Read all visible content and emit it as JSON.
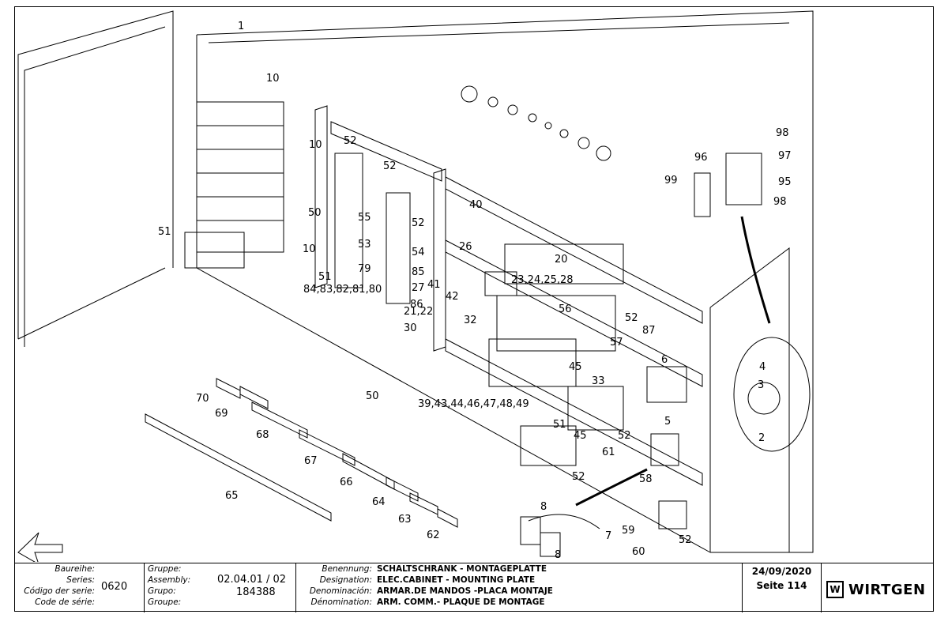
{
  "callouts": [
    {
      "id": "c1",
      "text": "1"
    },
    {
      "id": "c10a",
      "text": "10"
    },
    {
      "id": "c10b",
      "text": "10"
    },
    {
      "id": "c10c",
      "text": "10"
    },
    {
      "id": "c52a",
      "text": "52"
    },
    {
      "id": "c52b",
      "text": "52"
    },
    {
      "id": "c52c",
      "text": "52"
    },
    {
      "id": "c50a",
      "text": "50"
    },
    {
      "id": "c55",
      "text": "55"
    },
    {
      "id": "c53",
      "text": "53"
    },
    {
      "id": "c54",
      "text": "54"
    },
    {
      "id": "c79",
      "text": "79"
    },
    {
      "id": "c85",
      "text": "85"
    },
    {
      "id": "c27",
      "text": "27"
    },
    {
      "id": "c86",
      "text": "86"
    },
    {
      "id": "c2122",
      "text": "21,22"
    },
    {
      "id": "c30",
      "text": "30"
    },
    {
      "id": "c51a",
      "text": "51"
    },
    {
      "id": "c51b",
      "text": "51"
    },
    {
      "id": "c8480",
      "text": "84,83,82,81,80"
    },
    {
      "id": "c40",
      "text": "40"
    },
    {
      "id": "c26",
      "text": "26"
    },
    {
      "id": "c20",
      "text": "20"
    },
    {
      "id": "c41",
      "text": "41"
    },
    {
      "id": "c42",
      "text": "42"
    },
    {
      "id": "c32",
      "text": "32"
    },
    {
      "id": "c2328",
      "text": "23,24,25,28"
    },
    {
      "id": "c56",
      "text": "56"
    },
    {
      "id": "c52d",
      "text": "52"
    },
    {
      "id": "c57",
      "text": "57"
    },
    {
      "id": "c87",
      "text": "87"
    },
    {
      "id": "c33",
      "text": "33"
    },
    {
      "id": "c45a",
      "text": "45"
    },
    {
      "id": "c6",
      "text": "6"
    },
    {
      "id": "c3949",
      "text": "39,43,44,46,47,48,49"
    },
    {
      "id": "c50b",
      "text": "50"
    },
    {
      "id": "c51c",
      "text": "51"
    },
    {
      "id": "c45b",
      "text": "45"
    },
    {
      "id": "c52e",
      "text": "52"
    },
    {
      "id": "c61",
      "text": "61"
    },
    {
      "id": "c5",
      "text": "5"
    },
    {
      "id": "c52f",
      "text": "52"
    },
    {
      "id": "c58",
      "text": "58"
    },
    {
      "id": "c59",
      "text": "59"
    },
    {
      "id": "c60",
      "text": "60"
    },
    {
      "id": "c52g",
      "text": "52"
    },
    {
      "id": "c8a",
      "text": "8"
    },
    {
      "id": "c8b",
      "text": "8"
    },
    {
      "id": "c7",
      "text": "7"
    },
    {
      "id": "c70",
      "text": "70"
    },
    {
      "id": "c69",
      "text": "69"
    },
    {
      "id": "c68",
      "text": "68"
    },
    {
      "id": "c67",
      "text": "67"
    },
    {
      "id": "c66",
      "text": "66"
    },
    {
      "id": "c65",
      "text": "65"
    },
    {
      "id": "c64",
      "text": "64"
    },
    {
      "id": "c63",
      "text": "63"
    },
    {
      "id": "c62",
      "text": "62"
    },
    {
      "id": "c98a",
      "text": "98"
    },
    {
      "id": "c96",
      "text": "96"
    },
    {
      "id": "c97",
      "text": "97"
    },
    {
      "id": "c99",
      "text": "99"
    },
    {
      "id": "c95",
      "text": "95"
    },
    {
      "id": "c98b",
      "text": "98"
    },
    {
      "id": "c4",
      "text": "4"
    },
    {
      "id": "c3",
      "text": "3"
    },
    {
      "id": "c2",
      "text": "2"
    }
  ],
  "titleblock": {
    "baureihe": "Baureihe:",
    "series": "Series:",
    "codigo_serie": "Código der serie:",
    "code_serie": "Code de série:",
    "series_value": "0620",
    "gruppe": "Gruppe:",
    "assembly": "Assembly:",
    "grupo": "Grupo:",
    "groupe": "Groupe:",
    "assembly_value": "02.04.01 / 02",
    "grupo_value": "184388",
    "benennung": "Benennung:",
    "designation": "Designation:",
    "denominacion": "Denominación:",
    "denomination": "Dénomination:",
    "benennung_value": "SCHALTSCHRANK - MONTAGEPLATTE",
    "designation_value": "ELEC.CABINET - MOUNTING PLATE",
    "denominacion_value": "ARMAR.DE MANDOS -PLACA MONTAJE",
    "denomination_value": "ARM. COMM.- PLAQUE DE MONTAGE",
    "date": "24/09/2020",
    "page": "Seite 114",
    "logo_text": "WIRTGEN",
    "logo_mark": "W"
  }
}
